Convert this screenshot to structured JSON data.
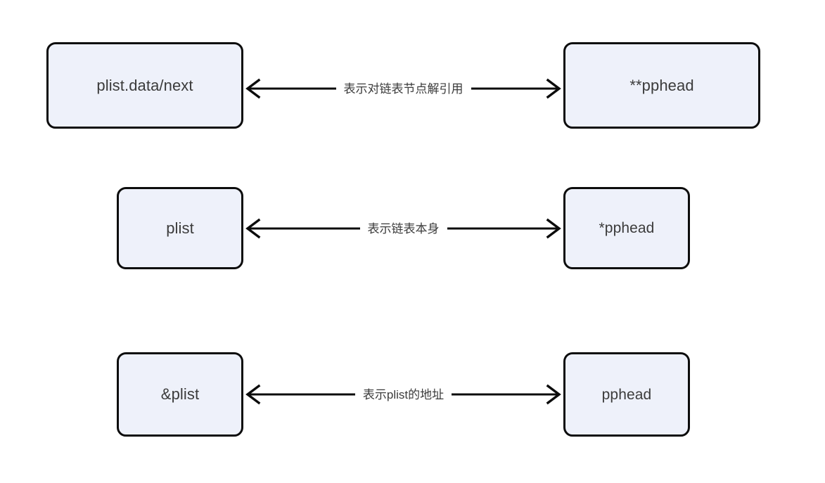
{
  "diagram": {
    "type": "relationship-diagram",
    "background_color": "#ffffff",
    "node_fill_color": "#eef1fa",
    "node_border_color": "#0c0c0c",
    "text_color": "#3b3b3b",
    "rows": [
      {
        "left_node": "plist.data/next",
        "edge_label": "表示对链表节点解引用",
        "right_node": "**pphead"
      },
      {
        "left_node": "plist",
        "edge_label": "表示链表本身",
        "right_node": "*pphead"
      },
      {
        "left_node": "&plist",
        "edge_label": "表示plist的地址",
        "right_node": "pphead"
      }
    ]
  }
}
